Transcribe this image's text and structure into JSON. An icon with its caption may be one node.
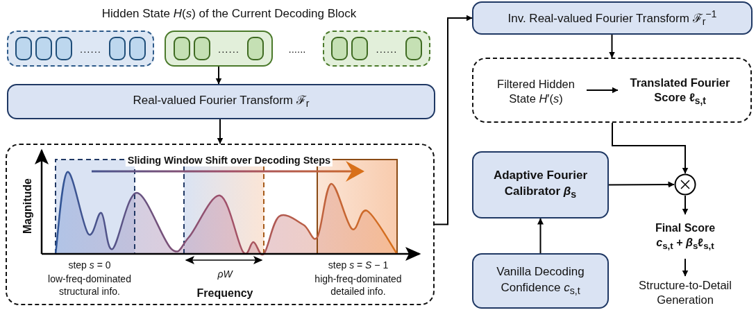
{
  "diagram": {
    "nodes": [
      {
        "text": [
          "......"
        ]
      },
      {
        "text": [
          "......"
        ]
      },
      {
        "text": [
          "......"
        ]
      },
      {
        "text": [
          "Real-valued Fourier Transform ℱ$_{r}$"
        ]
      },
      {
        "text": [
          "Sliding Window Shift over Decoding Steps",
          "Magnitude",
          "Frequency",
          "step *s* = 0",
          "low-freq-dominated structural info.",
          "*ρW*",
          "step *s* = *S* − 1",
          "high-freq-dominated detailed info."
        ]
      },
      {
        "text": [
          "Inv. Real-valued Fourier Transform ℱ$_{r}$$^{−1}$"
        ]
      },
      {
        "text": [],
        "shape": "box"
      },
      {
        "text": [
          "Filtered Hidden State *H*′(*s*)"
        ],
        "in": 6
      },
      {
        "text": [
          "Translated Fourier Score ℓ$_{s,t}$"
        ],
        "in": 6
      },
      {
        "text": [
          "Adaptive Fourier Calibrator *β*$_{s}$"
        ]
      },
      {
        "text": [],
        "shape": "circle"
      },
      {
        "text": [
          "Final Score",
          "*c*$_{s,t}$ + *β*$_{s}$ℓ$_{s,t}$"
        ]
      },
      {
        "text": [
          "Structure-to-Detail Generation"
        ]
      },
      {
        "text": [
          "Vanilla Decoding Confidence *c*$_{s,t}$"
        ]
      }
    ],
    "edges": [
      {
        "from": 1,
        "to": 3,
        "arrow": "to"
      },
      {
        "from": 3,
        "to": 4,
        "arrow": "to"
      },
      {
        "from": 4,
        "to": 5,
        "arrow": "to"
      },
      {
        "from": 5,
        "to": 6,
        "arrow": "to"
      },
      {
        "from": 7,
        "to": 8,
        "arrow": "to"
      },
      {
        "from": 6,
        "to": 10,
        "arrow": "to"
      },
      {
        "from": 9,
        "to": 10,
        "arrow": "to"
      },
      {
        "from": 13,
        "to": 9,
        "arrow": "to"
      },
      {
        "from": 10,
        "to": 11,
        "arrow": "to"
      },
      {
        "from": 11,
        "to": 12,
        "arrow": "to"
      }
    ],
    "labels": [
      "Hidden State *H*(*s*) of the Current Decoding Block",
      "......"
    ]
  }
}
